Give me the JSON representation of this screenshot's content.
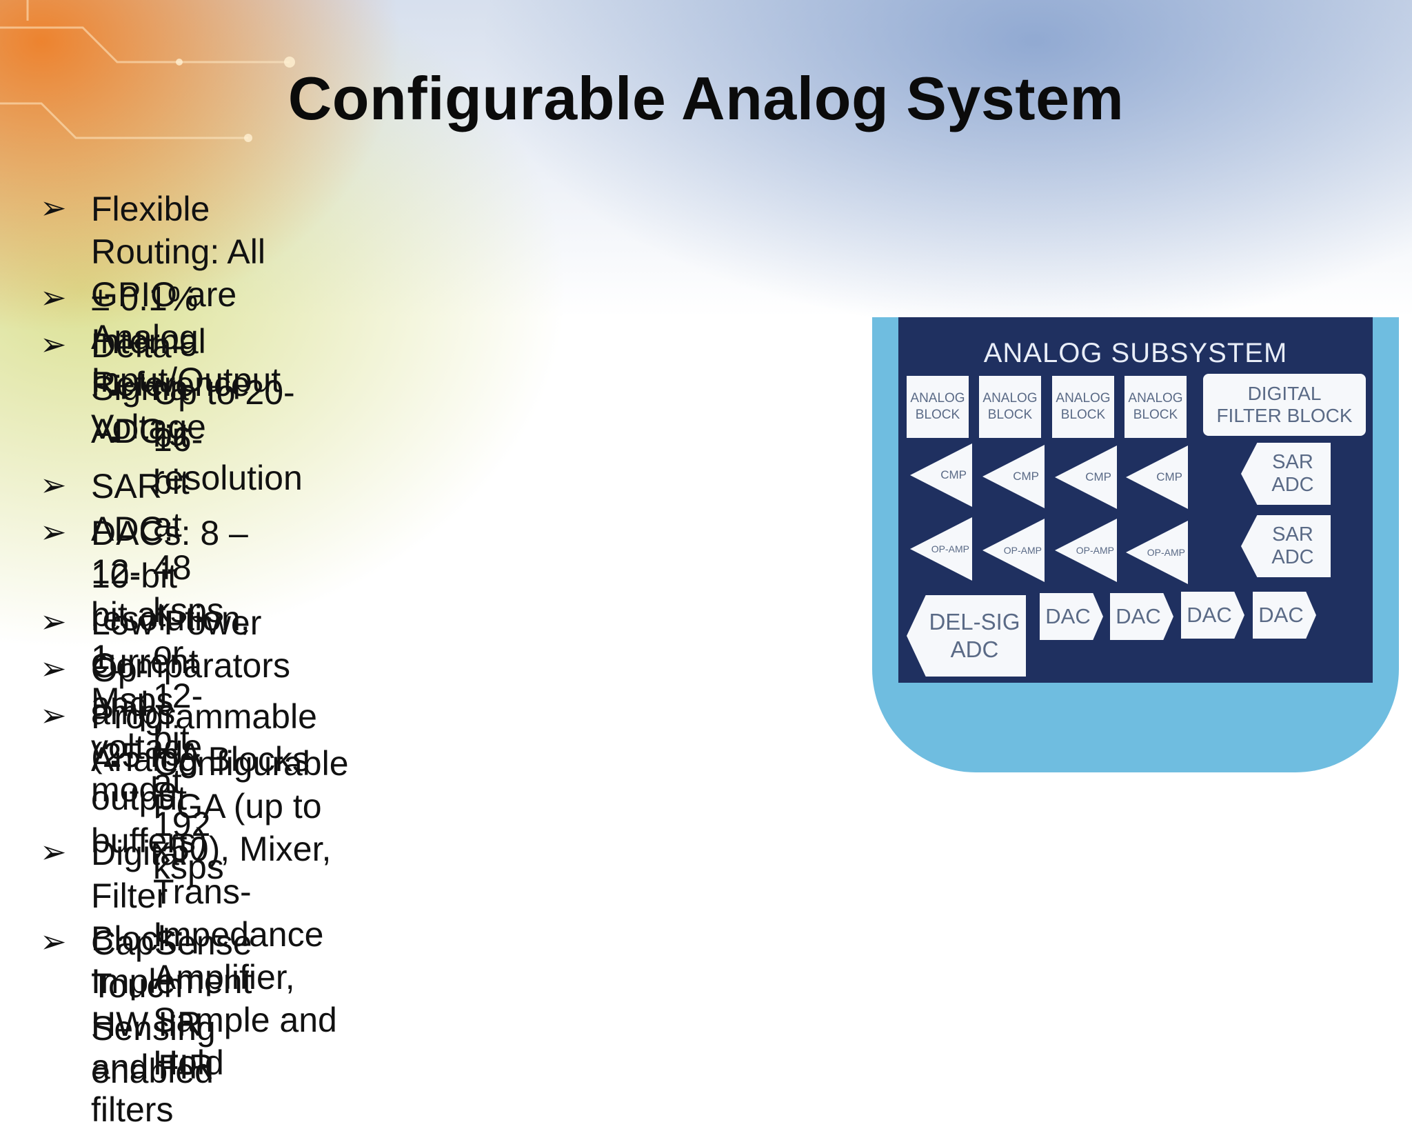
{
  "slide": {
    "title": "Configurable Analog System",
    "bullets": [
      {
        "level": 1,
        "lines": [
          "Flexible Routing: All GPIO are Analog",
          "Input/Output"
        ]
      },
      {
        "level": 1,
        "lines": [
          "± 0.1% Internal Reference Voltage"
        ]
      },
      {
        "level": 1,
        "lines": [
          "Delta-Sigma ADC:"
        ]
      },
      {
        "level": 2,
        "lines": [
          "Up to 20-bit resolution"
        ]
      },
      {
        "level": 2,
        "lines": [
          "16-bit at 48 ksps or 12-bit at 192 ksps"
        ]
      },
      {
        "level": 1,
        "lines": [
          "SAR ADC:  12-bit at 1 Msps"
        ]
      },
      {
        "level": 1,
        "lines": [
          "DACs:  8 – 10-bit resolution, current and voltage",
          "mode"
        ]
      },
      {
        "level": 1,
        "lines": [
          "Low Power Comparators"
        ]
      },
      {
        "level": 1,
        "lines": [
          "Op-amps (25 mA output buffers)"
        ]
      },
      {
        "level": 1,
        "lines": [
          "Programmable Analog Blocks"
        ]
      },
      {
        "level": 2,
        "lines": [
          "Configurable PGA (up to x50), Mixer, Trans-",
          "Impedance Amplifier, Sample and Hold"
        ]
      },
      {
        "level": 1,
        "lines": [
          "Digital Filter Block: Implement HW IIR and FIR",
          "filters"
        ]
      },
      {
        "level": 1,
        "lines": [
          "CapSense Touch Sensing enabled"
        ]
      }
    ]
  },
  "diagram": {
    "title": "ANALOG SUBSYSTEM",
    "analog_block": "ANALOG\nBLOCK",
    "digital_filter_block": "DIGITAL\nFILTER BLOCK",
    "cmp": "CMP",
    "op_amp": "OP-AMP",
    "sar_adc": "SAR\nADC",
    "del_sig_adc": "DEL-SIG\nADC",
    "dac": "DAC"
  }
}
